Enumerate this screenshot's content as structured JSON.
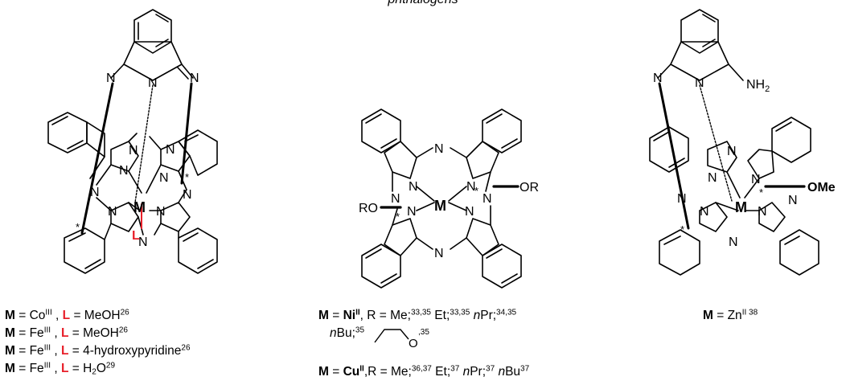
{
  "title": "phthalogens",
  "atom": {
    "n": "N",
    "m": "M",
    "l": "L",
    "star": "*",
    "or": "OR",
    "ro": "RO",
    "ome": "OMe",
    "nh2": "NH",
    "nh2_sub": "2",
    "o": "O"
  },
  "colors": {
    "ligand_red": "#e8202a",
    "ink": "#000000"
  },
  "left": {
    "lines": [
      {
        "m": "M",
        "eq": " = Co",
        "ox": "III",
        "sep": " , ",
        "l": "L",
        "rest": " = MeOH",
        "ref": "26"
      },
      {
        "m": "M",
        "eq": " = Fe",
        "ox": "III",
        "sep": " , ",
        "l": "L",
        "rest": " = MeOH",
        "ref": "26"
      },
      {
        "m": "M",
        "eq": " = Fe",
        "ox": "III",
        "sep": " , ",
        "l": "L",
        "rest": " = 4-hydroxypyridine",
        "ref": "26"
      },
      {
        "m": "M",
        "eq": " = Fe",
        "ox": "III",
        "sep": " , ",
        "l": "L",
        "rest": " = H",
        "sub": "2",
        "rest2": "O",
        "ref": "29"
      }
    ]
  },
  "middle": {
    "ni": {
      "m": "M",
      "eq": " = ",
      "metal": "Ni",
      "ox": "II",
      "r": ", R = Me;",
      "r1": "33,35",
      "et": " Et;",
      "r2": "33,35",
      "n": " n",
      "pr": "Pr;",
      "r3": "34,35"
    },
    "ni2": {
      "n": "n",
      "bu": "Bu;",
      "r1": "35",
      "r2": ",35"
    },
    "cu": {
      "m": "M",
      "eq": " = ",
      "metal": "Cu",
      "ox": "II",
      "r": ",R = Me;",
      "r1": "36,37",
      "et": " Et;",
      "r2": "37",
      "n1": " n",
      "pr": "Pr;",
      "r3": "37",
      "n2": " n",
      "bu": "Bu",
      "r4": "37"
    }
  },
  "right": {
    "m": "M",
    "eq": " = Zn",
    "ox": "II",
    "ref": " 38"
  }
}
